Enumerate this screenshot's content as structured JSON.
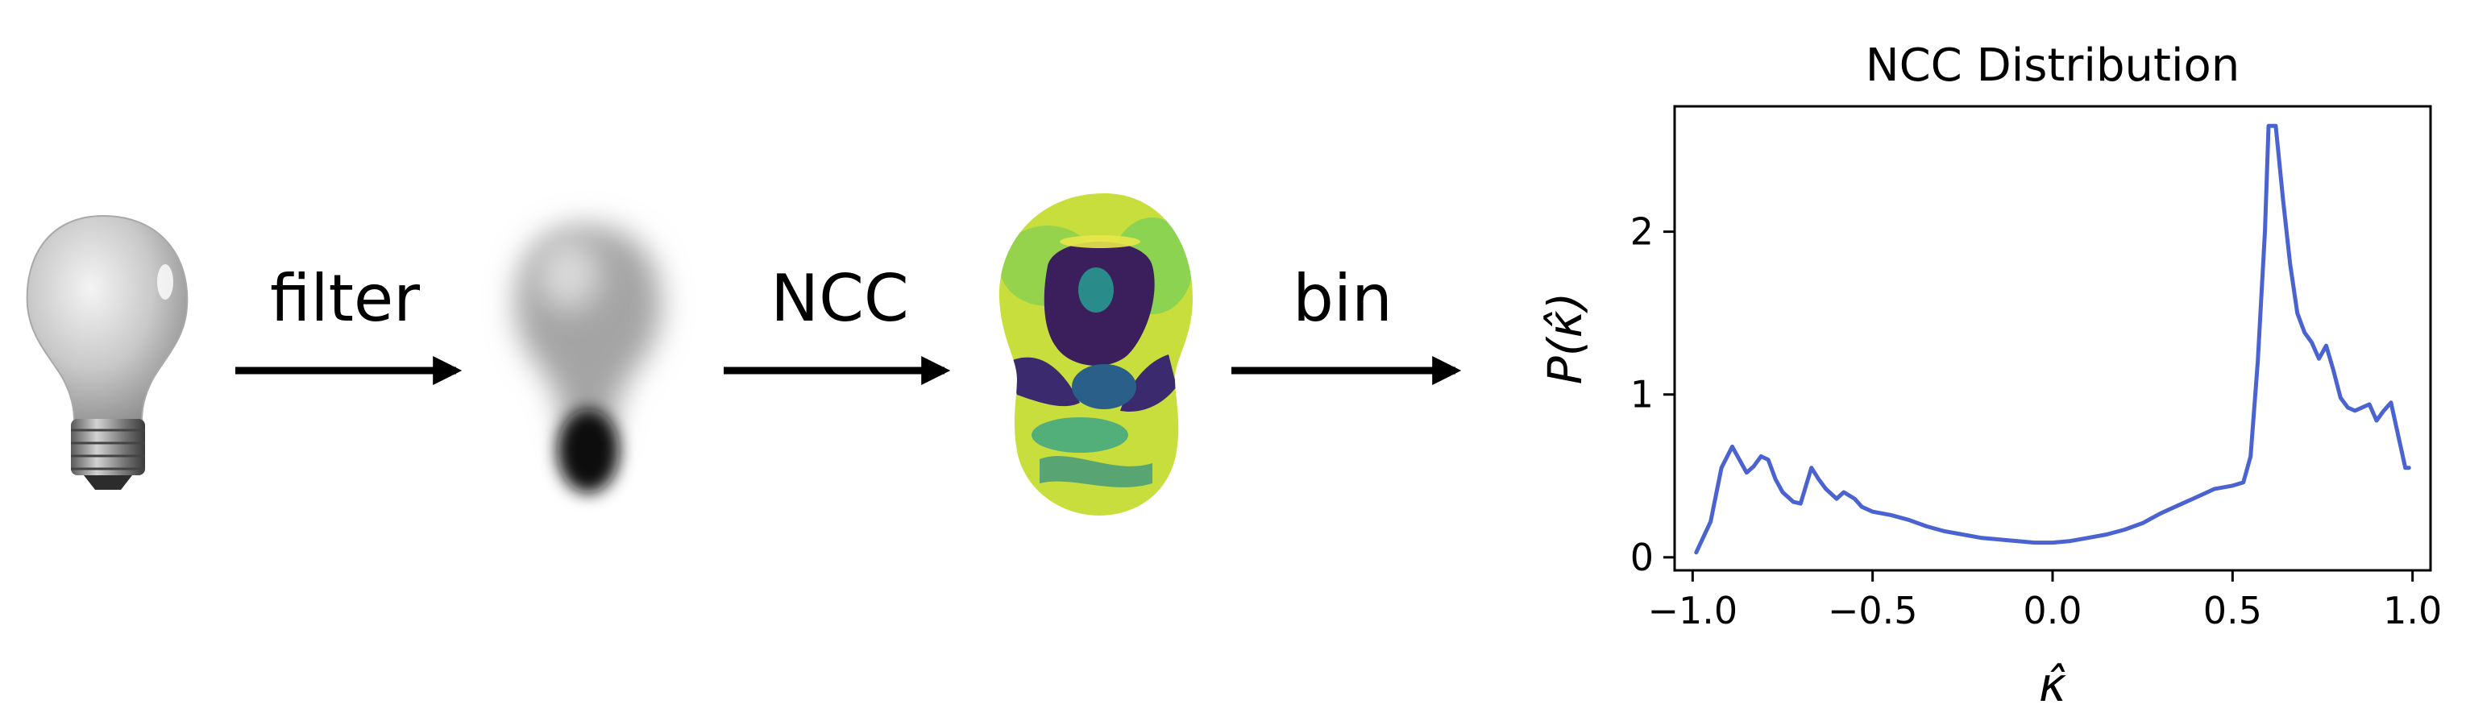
{
  "steps": {
    "filter_label": "filter",
    "ncc_label": "NCC",
    "bin_label": "bin"
  },
  "images": {
    "bulb": "lightbulb-photo",
    "blurred": "filtered-bulb",
    "ncc_map": "ncc-map"
  },
  "colors": {
    "arrow": "#000000",
    "curve": "#4a63d1",
    "viridis_yellow": "#d6e43a",
    "viridis_purple": "#3b1f5c",
    "viridis_teal": "#2a8c8a"
  },
  "chart_data": {
    "type": "line",
    "title": "NCC Distribution",
    "xlabel": "κ̂",
    "ylabel": "P(κ̂)",
    "xlim": [
      -1.05,
      1.05
    ],
    "ylim": [
      -0.08,
      2.77
    ],
    "xticks": [
      -1.0,
      -0.5,
      0.0,
      0.5,
      1.0
    ],
    "xtick_labels": [
      "−1.0",
      "−0.5",
      "0.0",
      "0.5",
      "1.0"
    ],
    "yticks": [
      0,
      1,
      2
    ],
    "ytick_labels": [
      "0",
      "1",
      "2"
    ],
    "grid": false,
    "series": [
      {
        "x": [
          -0.99,
          -0.95,
          -0.92,
          -0.89,
          -0.87,
          -0.85,
          -0.83,
          -0.81,
          -0.79,
          -0.77,
          -0.75,
          -0.72,
          -0.7,
          -0.67,
          -0.65,
          -0.63,
          -0.6,
          -0.58,
          -0.55,
          -0.53,
          -0.5,
          -0.45,
          -0.4,
          -0.35,
          -0.3,
          -0.25,
          -0.2,
          -0.15,
          -0.1,
          -0.05,
          0.0,
          0.05,
          0.1,
          0.15,
          0.2,
          0.25,
          0.3,
          0.35,
          0.4,
          0.45,
          0.5,
          0.53,
          0.55,
          0.57,
          0.59,
          0.6,
          0.62,
          0.64,
          0.66,
          0.68,
          0.7,
          0.72,
          0.74,
          0.76,
          0.78,
          0.8,
          0.82,
          0.84,
          0.86,
          0.88,
          0.9,
          0.92,
          0.94,
          0.96,
          0.98,
          0.99
        ],
        "y": [
          0.03,
          0.22,
          0.55,
          0.68,
          0.6,
          0.52,
          0.56,
          0.62,
          0.6,
          0.48,
          0.4,
          0.34,
          0.33,
          0.55,
          0.48,
          0.42,
          0.36,
          0.4,
          0.36,
          0.31,
          0.28,
          0.26,
          0.23,
          0.19,
          0.16,
          0.14,
          0.12,
          0.11,
          0.1,
          0.09,
          0.09,
          0.1,
          0.12,
          0.14,
          0.17,
          0.21,
          0.27,
          0.32,
          0.37,
          0.42,
          0.44,
          0.46,
          0.62,
          1.2,
          2.0,
          2.65,
          2.65,
          2.2,
          1.8,
          1.5,
          1.38,
          1.32,
          1.22,
          1.3,
          1.15,
          0.98,
          0.92,
          0.9,
          0.92,
          0.94,
          0.84,
          0.9,
          0.95,
          0.75,
          0.55,
          0.55
        ]
      }
    ]
  }
}
